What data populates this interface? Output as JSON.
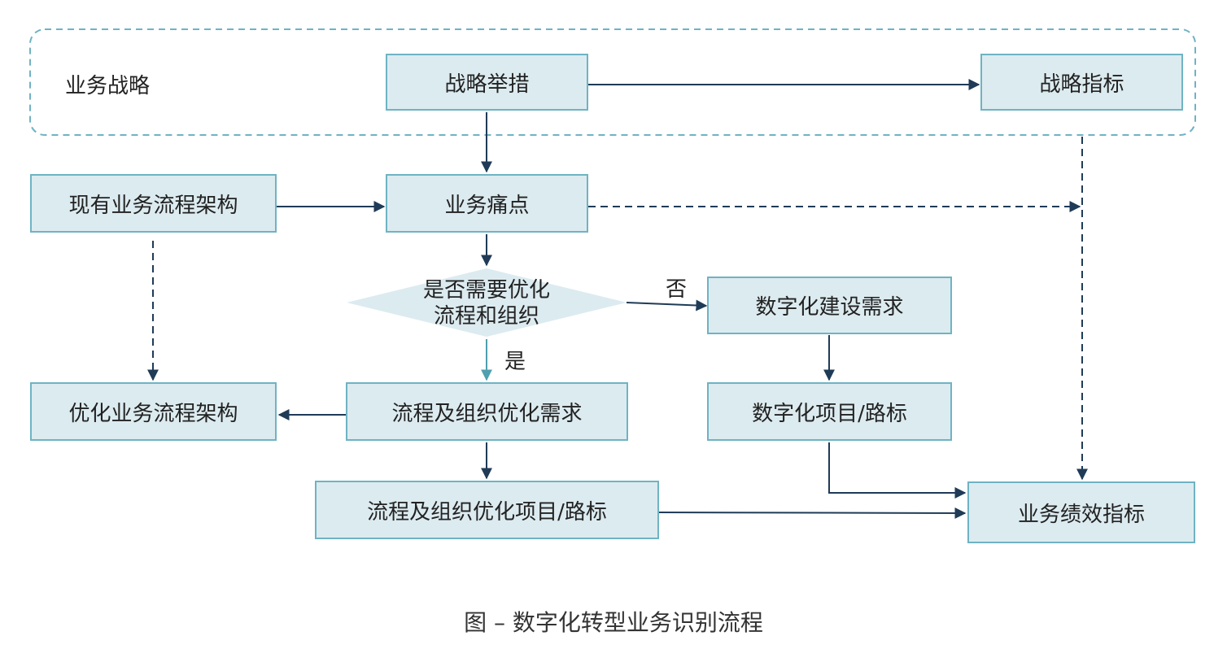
{
  "group": {
    "label": "业务战略"
  },
  "nodes": {
    "strategy_measures": "战略举措",
    "strategy_indicators": "战略指标",
    "current_architecture": "现有业务流程架构",
    "pain_points": "业务痛点",
    "decision": {
      "line1": "是否需要优化",
      "line2": "流程和组织"
    },
    "digital_requirements": "数字化建设需求",
    "optimized_architecture": "优化业务流程架构",
    "process_org_requirements": "流程及组织优化需求",
    "digital_projects": "数字化项目/路标",
    "process_org_projects": "流程及组织优化项目/路标",
    "business_kpi": "业务绩效指标"
  },
  "edge_labels": {
    "no": "否",
    "yes": "是"
  },
  "caption": "图 – 数字化转型业务识别流程",
  "colors": {
    "box_fill": "#dcebf0",
    "box_border": "#6fb3c3",
    "arrow": "#1f3b57",
    "teal_arrow": "#4fa0ae",
    "diamond": "#dcebf0"
  }
}
